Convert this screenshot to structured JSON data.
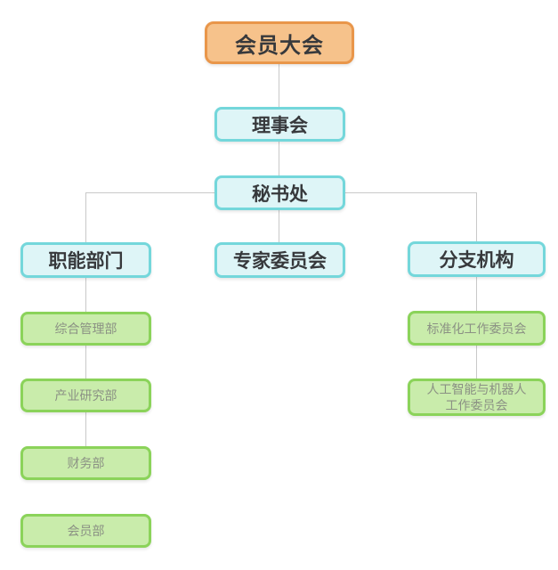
{
  "colors": {
    "background": "#ffffff",
    "connector": "#c9c9c9",
    "root_fill": "#f6c28b",
    "root_border": "#e9964a",
    "root_text": "#37393c",
    "branch_fill": "#def5f7",
    "branch_border": "#74d7db",
    "branch_text": "#37393c",
    "leaf_fill": "#c9ecab",
    "leaf_border": "#8bd35a",
    "leaf_text": "#8b9184"
  },
  "nodes": {
    "assembly": {
      "label": "会员大会"
    },
    "council": {
      "label": "理事会"
    },
    "secretariat": {
      "label": "秘书处"
    },
    "functional": {
      "label": "职能部门"
    },
    "expert": {
      "label": "专家委员会"
    },
    "branches": {
      "label": "分支机构"
    },
    "general_management": {
      "label": "综合管理部"
    },
    "industry_research": {
      "label": "产业研究部"
    },
    "finance": {
      "label": "财务部"
    },
    "membership": {
      "label": "会员部"
    },
    "standardization": {
      "label": "标准化工作委员会"
    },
    "ai_robotics": {
      "label": "人工智能与机器人\n工作委员会"
    }
  },
  "edges": [
    {
      "from": "assembly",
      "to": "council"
    },
    {
      "from": "council",
      "to": "secretariat"
    },
    {
      "from": "secretariat",
      "to": "functional"
    },
    {
      "from": "secretariat",
      "to": "expert"
    },
    {
      "from": "secretariat",
      "to": "branches"
    },
    {
      "from": "functional",
      "to": "general_management"
    },
    {
      "from": "general_management",
      "to": "industry_research"
    },
    {
      "from": "industry_research",
      "to": "finance"
    },
    {
      "from": "branches",
      "to": "standardization"
    },
    {
      "from": "standardization",
      "to": "ai_robotics"
    }
  ]
}
